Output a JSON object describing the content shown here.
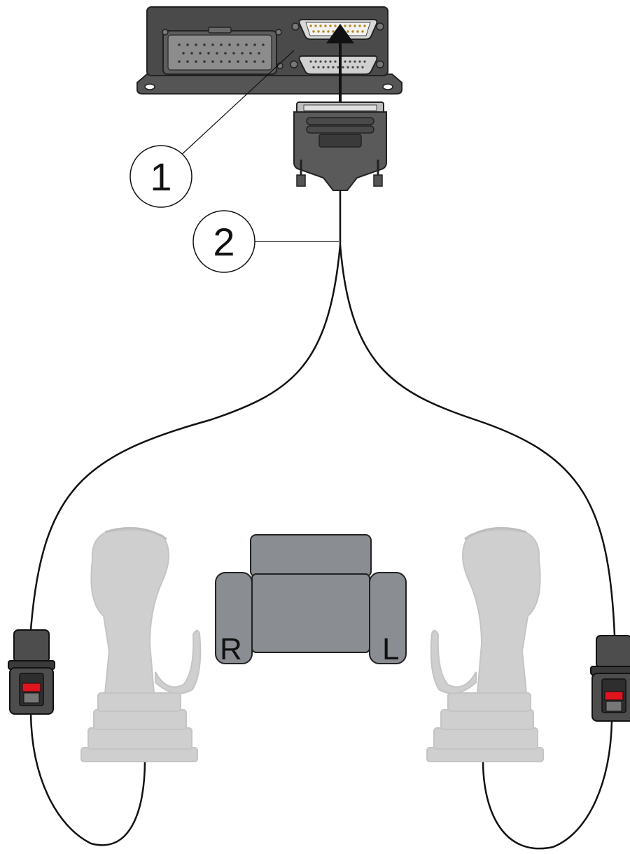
{
  "callouts": [
    {
      "label": "1"
    },
    {
      "label": "2"
    }
  ],
  "seat": {
    "right_label": "R",
    "left_label": "L"
  },
  "colors": {
    "ecu_body": "#4a4a4a",
    "ecu_face": "#2f2f2f",
    "connector_gray": "#8c8c8c",
    "cable": "#111111",
    "joystick": "#cfcfcf",
    "seat": "#8a8d92",
    "plug_latch": "#e0141e"
  },
  "icons": [
    "ecu-module-icon",
    "db25-connector-icon",
    "joystick-icon",
    "seat-icon",
    "plug-icon",
    "arrow-icon"
  ]
}
